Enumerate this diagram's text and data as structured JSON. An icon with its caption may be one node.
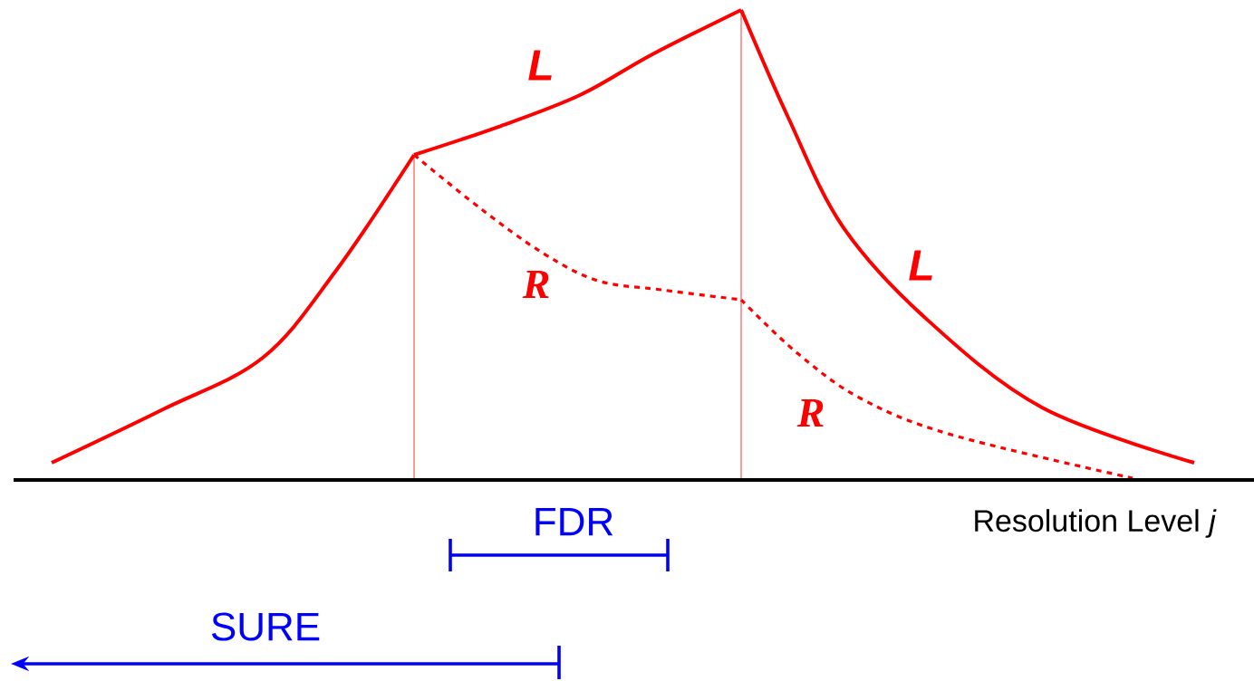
{
  "diagram": {
    "labels": [
      "L",
      "L",
      "R",
      "R",
      "Resolution Level *j*",
      "FDR",
      "SURE"
    ]
  }
}
